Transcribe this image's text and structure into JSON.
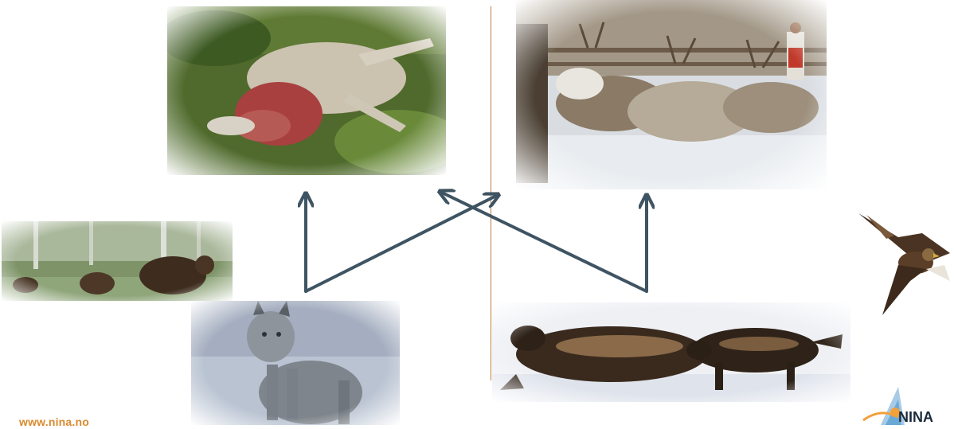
{
  "footer": {
    "url": "www.nina.no"
  },
  "logo": {
    "text": "NINA"
  },
  "photos": {
    "carcass": "reindeer-carcass-photo",
    "herd": "reindeer-herd-photo",
    "bears": "bears-photo",
    "lynx": "lynx-photo",
    "wolverines": "wolverines-photo",
    "eagle": "golden-eagle-photo"
  },
  "colors": {
    "arrow": "#3f5462",
    "divider": "#c07a3a",
    "url": "#d98a2e",
    "logo": "#1a2a3a"
  }
}
